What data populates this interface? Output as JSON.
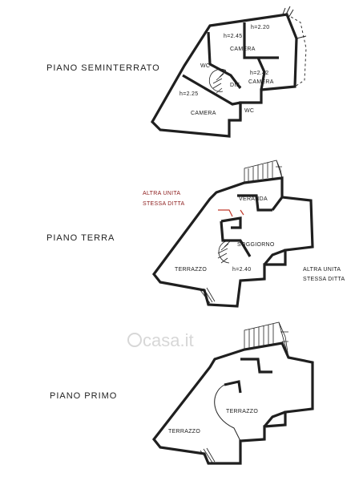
{
  "floors": [
    {
      "title": "PIANO SEMINTERRATO",
      "rooms": [
        "CAMERA",
        "CAMERA",
        "WC",
        "WC",
        "DIS."
      ],
      "heights": [
        "h=2.45",
        "h=2.20",
        "h=2.42",
        "h=2.25"
      ]
    },
    {
      "title": "PIANO TERRA",
      "rooms": [
        "VERANDA",
        "SOGGIORNO",
        "TERRAZZO"
      ],
      "heights": [
        "h=2.40"
      ],
      "notes": [
        "ALTRA UNITA",
        "STESSA DITTA",
        "ALTRA UNITA",
        "STESSA DITTA"
      ]
    },
    {
      "title": "PIANO PRIMO",
      "rooms": [
        "TERRAZZO",
        "TERRAZZO"
      ]
    }
  ],
  "watermark": "casa.it",
  "colors": {
    "ink": "#1f1f1f",
    "note": "#8b1a1a",
    "red_marks": "#c0392b"
  }
}
